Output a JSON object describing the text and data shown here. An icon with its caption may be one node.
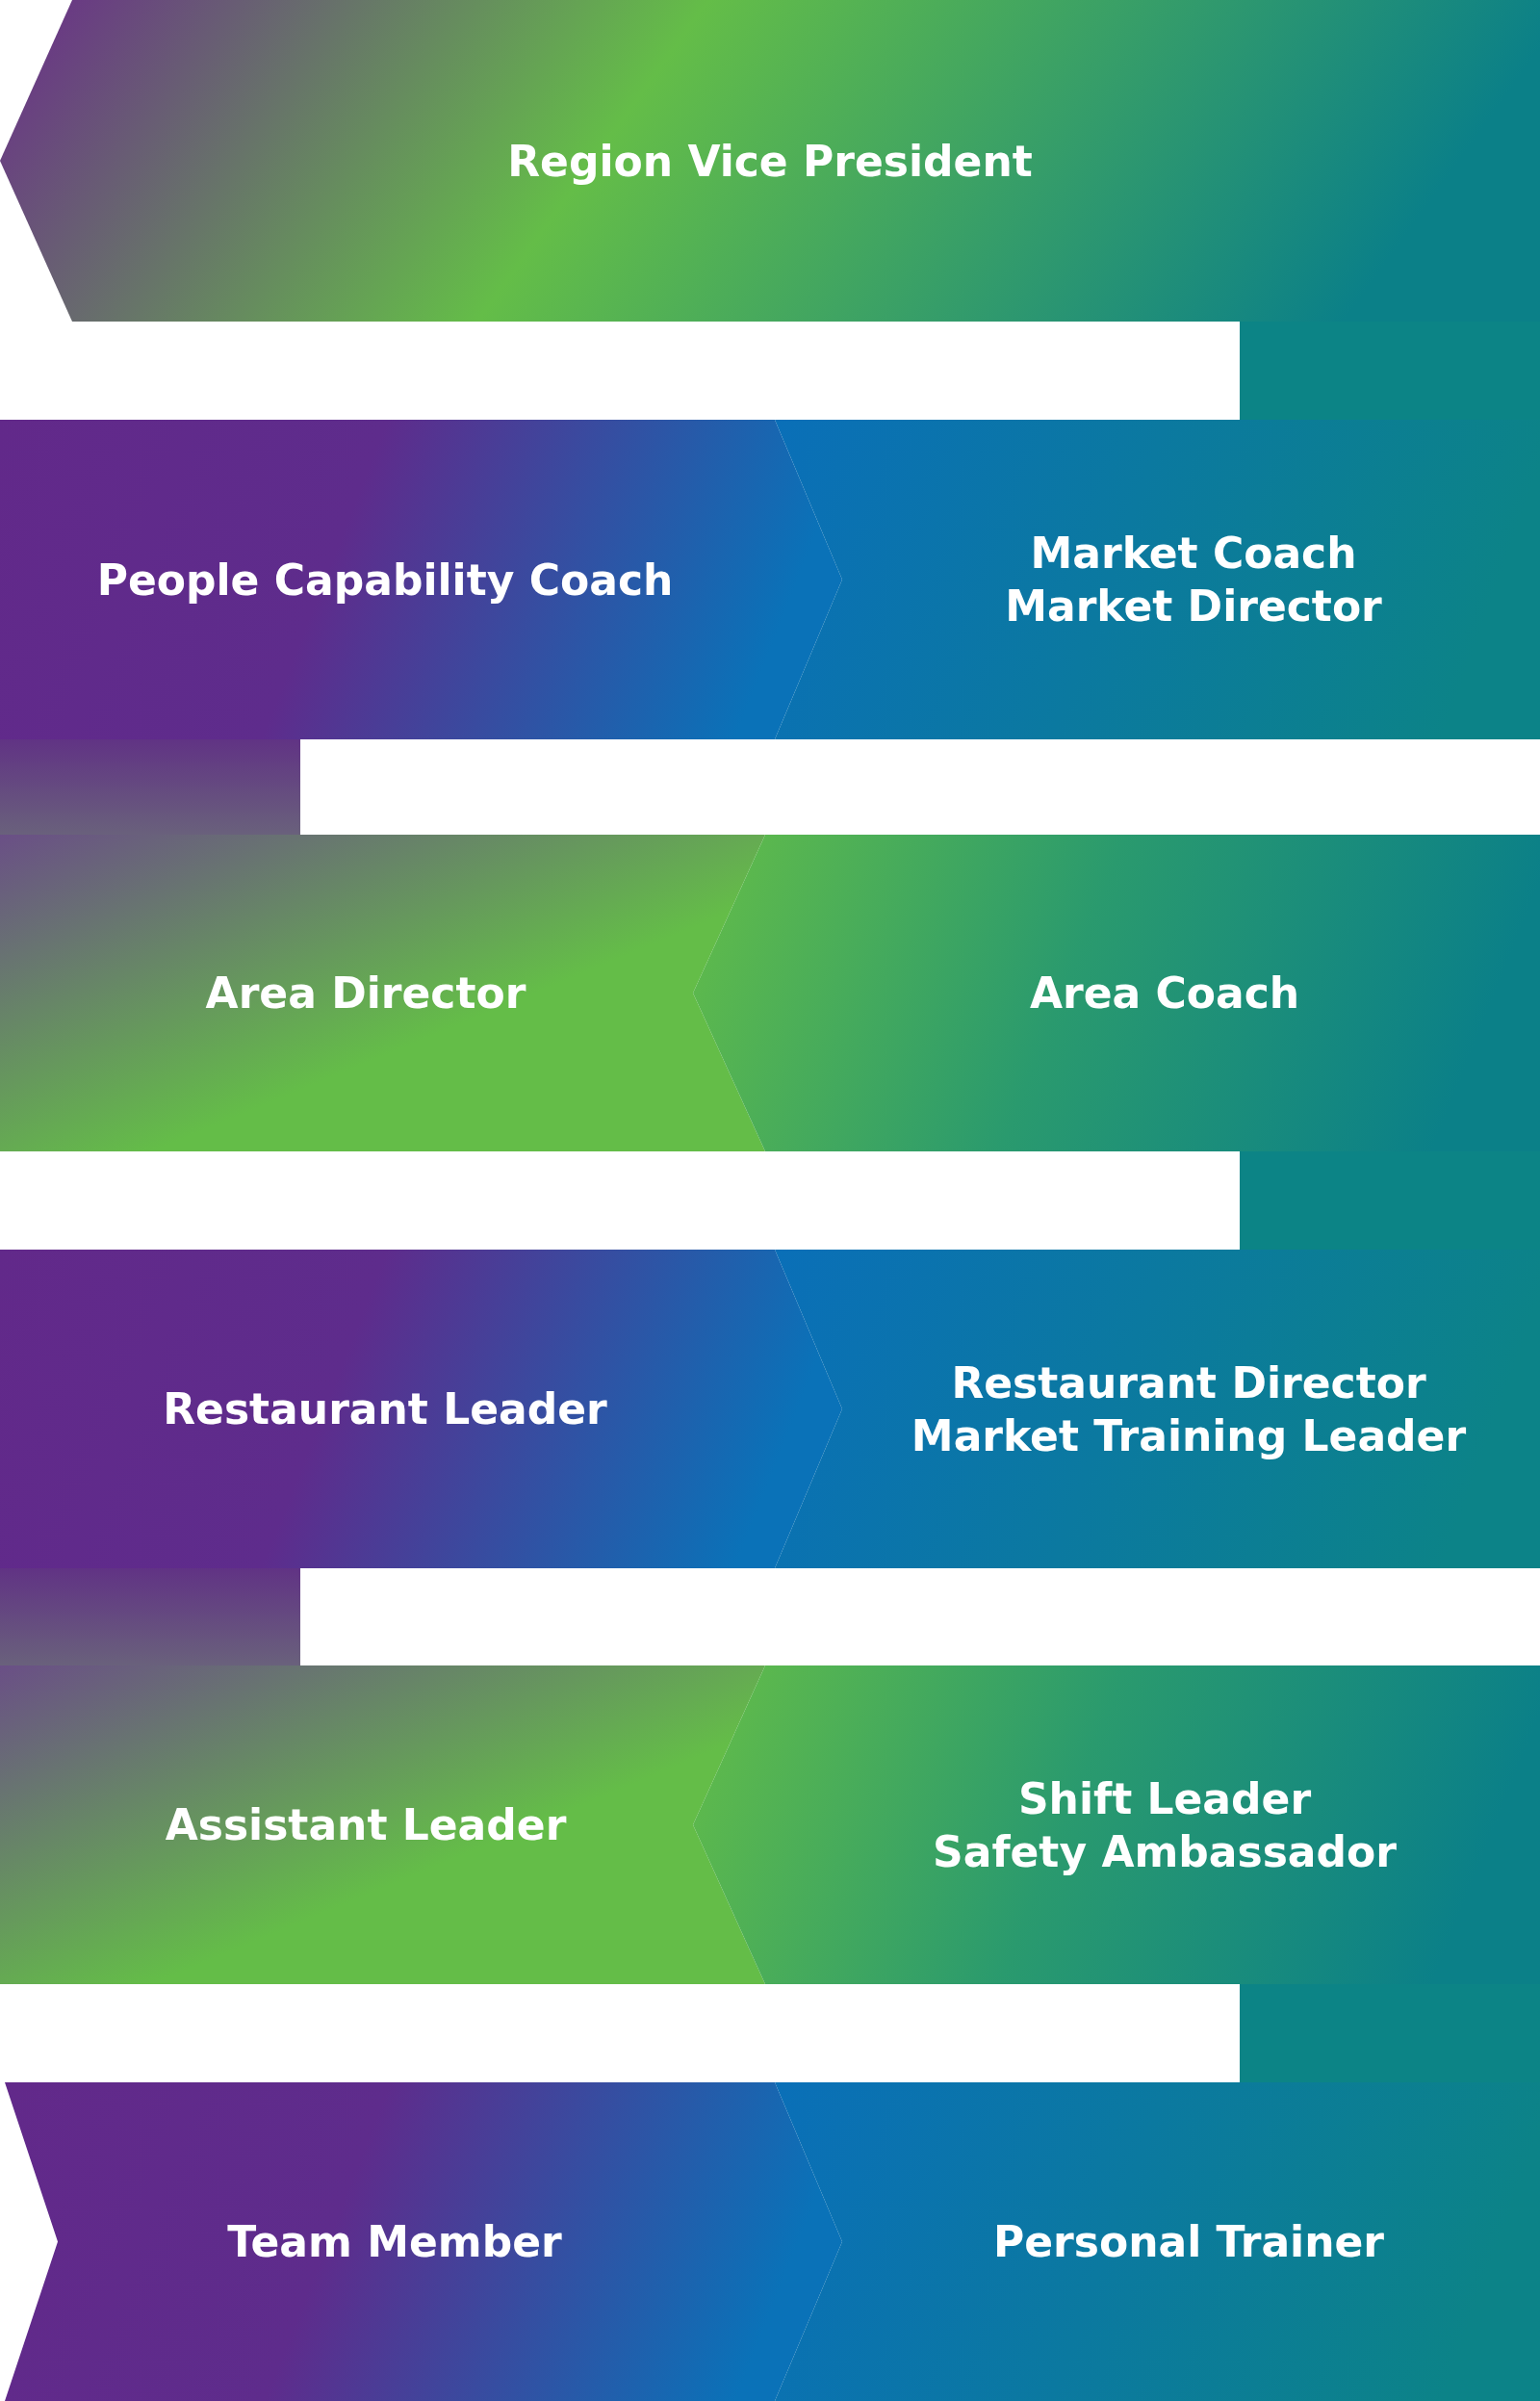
{
  "diagram": {
    "nodes": [
      {
        "text": [
          "Region Vice President"
        ]
      },
      {
        "text": [
          "People Capability Coach"
        ]
      },
      {
        "text": [
          "Market Coach",
          "Market Director"
        ]
      },
      {
        "text": [
          "Area Director"
        ]
      },
      {
        "text": [
          "Area Coach"
        ]
      },
      {
        "text": [
          "Restaurant Leader"
        ]
      },
      {
        "text": [
          "Restaurant Director",
          "Market Training Leader"
        ]
      },
      {
        "text": [
          "Assistant Leader"
        ]
      },
      {
        "text": [
          "Shift Leader",
          "Safety Ambassador"
        ]
      },
      {
        "text": [
          "Team Member"
        ]
      },
      {
        "text": [
          "Personal Trainer"
        ]
      }
    ]
  }
}
